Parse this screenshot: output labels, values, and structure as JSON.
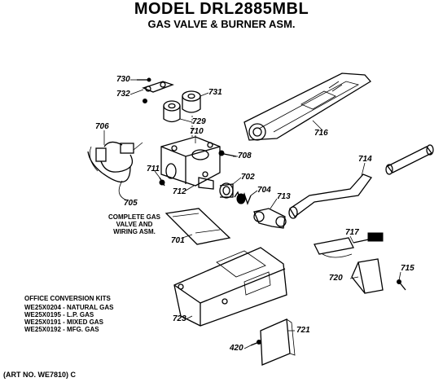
{
  "header": {
    "model_title": "MODEL DRL2885MBL",
    "sub_title": "GAS VALVE & BURNER ASM."
  },
  "callouts": {
    "p730": "730",
    "p732": "732",
    "p731": "731",
    "p729": "729",
    "p706": "706",
    "p710": "710",
    "p708": "708",
    "p711": "711",
    "p712": "712",
    "p702": "702",
    "p704": "704",
    "p713": "713",
    "p714": "714",
    "p716": "716",
    "p705": "705",
    "p701": "701",
    "p717": "717",
    "p715": "715",
    "p720": "720",
    "p723": "723",
    "p420": "420",
    "p721": "721"
  },
  "labels": {
    "valve_line1": "COMPLETE GAS",
    "valve_line2": "VALVE AND",
    "valve_line3": "WIRING ASM."
  },
  "kits": {
    "heading": "OFFICE CONVERSION KITS",
    "items": [
      "WE25X0204 - NATURAL GAS",
      "WE25X0195 - L.P. GAS",
      "WE25X0191 - MIXED GAS",
      "WE25X0192 - MFG. GAS"
    ]
  },
  "footer": {
    "art_no": "(ART NO. WE7810) C"
  }
}
